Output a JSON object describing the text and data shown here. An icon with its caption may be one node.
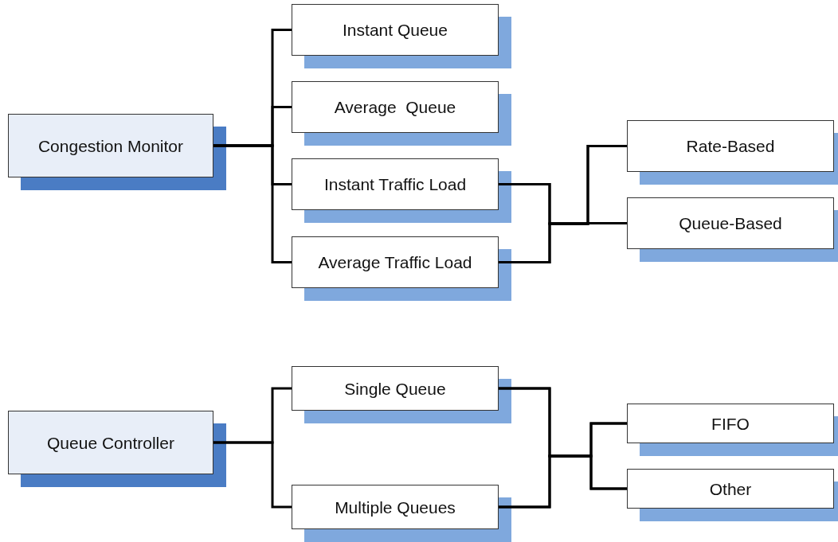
{
  "diagram": {
    "nodes": [
      {
        "text": [
          "Congestion Monitor"
        ]
      },
      {
        "text": [
          "Instant Queue"
        ]
      },
      {
        "text": [
          "Average  Queue"
        ]
      },
      {
        "text": [
          "Instant Traffic Load"
        ]
      },
      {
        "text": [
          "Average Traffic Load"
        ]
      },
      {
        "text": [
          "Rate-Based"
        ]
      },
      {
        "text": [
          "Queue-Based"
        ]
      },
      {
        "text": [
          "Queue Controller"
        ]
      },
      {
        "text": [
          "Single Queue"
        ]
      },
      {
        "text": [
          "Multiple Queues"
        ]
      },
      {
        "text": [
          "FIFO"
        ]
      },
      {
        "text": [
          "Other"
        ]
      }
    ],
    "edges": [
      {
        "from": 0,
        "to": 1,
        "arrow": "none"
      },
      {
        "from": 0,
        "to": 2,
        "arrow": "none"
      },
      {
        "from": 0,
        "to": 3,
        "arrow": "none"
      },
      {
        "from": 0,
        "to": 4,
        "arrow": "none"
      },
      {
        "from": 3,
        "to": 5,
        "arrow": "none"
      },
      {
        "from": 3,
        "to": 6,
        "arrow": "none"
      },
      {
        "from": 4,
        "to": 5,
        "arrow": "none"
      },
      {
        "from": 4,
        "to": 6,
        "arrow": "none"
      },
      {
        "from": 7,
        "to": 8,
        "arrow": "none"
      },
      {
        "from": 7,
        "to": 9,
        "arrow": "none"
      },
      {
        "from": 8,
        "to": 10,
        "arrow": "none"
      },
      {
        "from": 8,
        "to": 11,
        "arrow": "none"
      },
      {
        "from": 9,
        "to": 10,
        "arrow": "none"
      },
      {
        "from": 9,
        "to": 11,
        "arrow": "none"
      }
    ]
  }
}
